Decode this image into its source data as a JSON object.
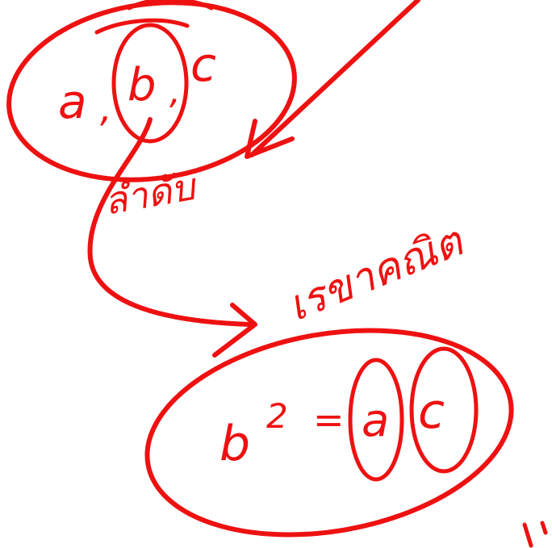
{
  "ink_color": "#ee1111",
  "top_group": {
    "a": "a",
    "comma_1": ",",
    "b": "b",
    "comma_2": ",",
    "c": "c"
  },
  "top_label": "ลำดับ",
  "right_label": "เรขาคณิต",
  "bottom_group": {
    "b_sq": "b",
    "exp": "2",
    "eq": "=",
    "a": "a",
    "c": "c"
  }
}
